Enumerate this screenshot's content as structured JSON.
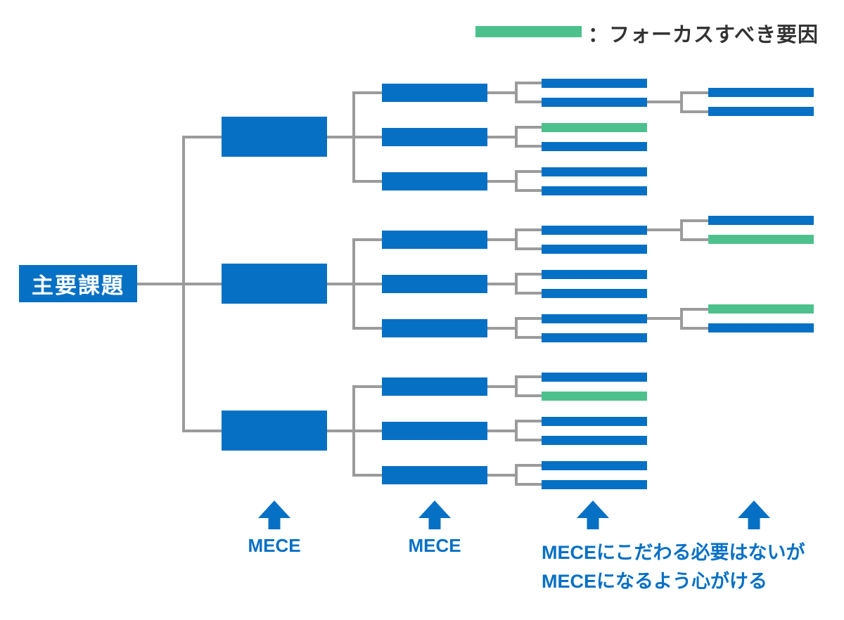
{
  "legend": {
    "label": "：フォーカスすべき要因",
    "swatch": "green-bar"
  },
  "root": {
    "label": "主要課題"
  },
  "colors": {
    "blue": "#0670C4",
    "green": "#4DC18D",
    "line": "#9B9B9B",
    "legend_text": "#333333"
  },
  "tree": {
    "groups": [
      {
        "children": [
          {
            "bars": [
              {
                "color": "blue"
              },
              {
                "color": "blue",
                "children": [
                  {
                    "color": "blue"
                  },
                  {
                    "color": "blue"
                  }
                ]
              }
            ]
          },
          {
            "bars": [
              {
                "color": "green"
              },
              {
                "color": "blue"
              }
            ]
          },
          {
            "bars": [
              {
                "color": "blue"
              },
              {
                "color": "blue"
              }
            ]
          }
        ]
      },
      {
        "children": [
          {
            "bars": [
              {
                "color": "blue",
                "children": [
                  {
                    "color": "blue"
                  },
                  {
                    "color": "green"
                  }
                ]
              },
              {
                "color": "blue"
              }
            ]
          },
          {
            "bars": [
              {
                "color": "blue"
              },
              {
                "color": "blue"
              }
            ]
          },
          {
            "bars": [
              {
                "color": "blue",
                "children": [
                  {
                    "color": "green"
                  },
                  {
                    "color": "blue"
                  }
                ]
              },
              {
                "color": "blue"
              }
            ]
          }
        ]
      },
      {
        "children": [
          {
            "bars": [
              {
                "color": "blue"
              },
              {
                "color": "green"
              }
            ]
          },
          {
            "bars": [
              {
                "color": "blue"
              },
              {
                "color": "blue"
              }
            ]
          },
          {
            "bars": [
              {
                "color": "blue"
              },
              {
                "color": "blue"
              }
            ]
          }
        ]
      }
    ]
  },
  "annotations": {
    "mece_label_1": "MECE",
    "mece_label_2": "MECE",
    "caption_line1": "MECEにこだわる必要はないが",
    "caption_line2": "MECEになるよう心がける"
  }
}
